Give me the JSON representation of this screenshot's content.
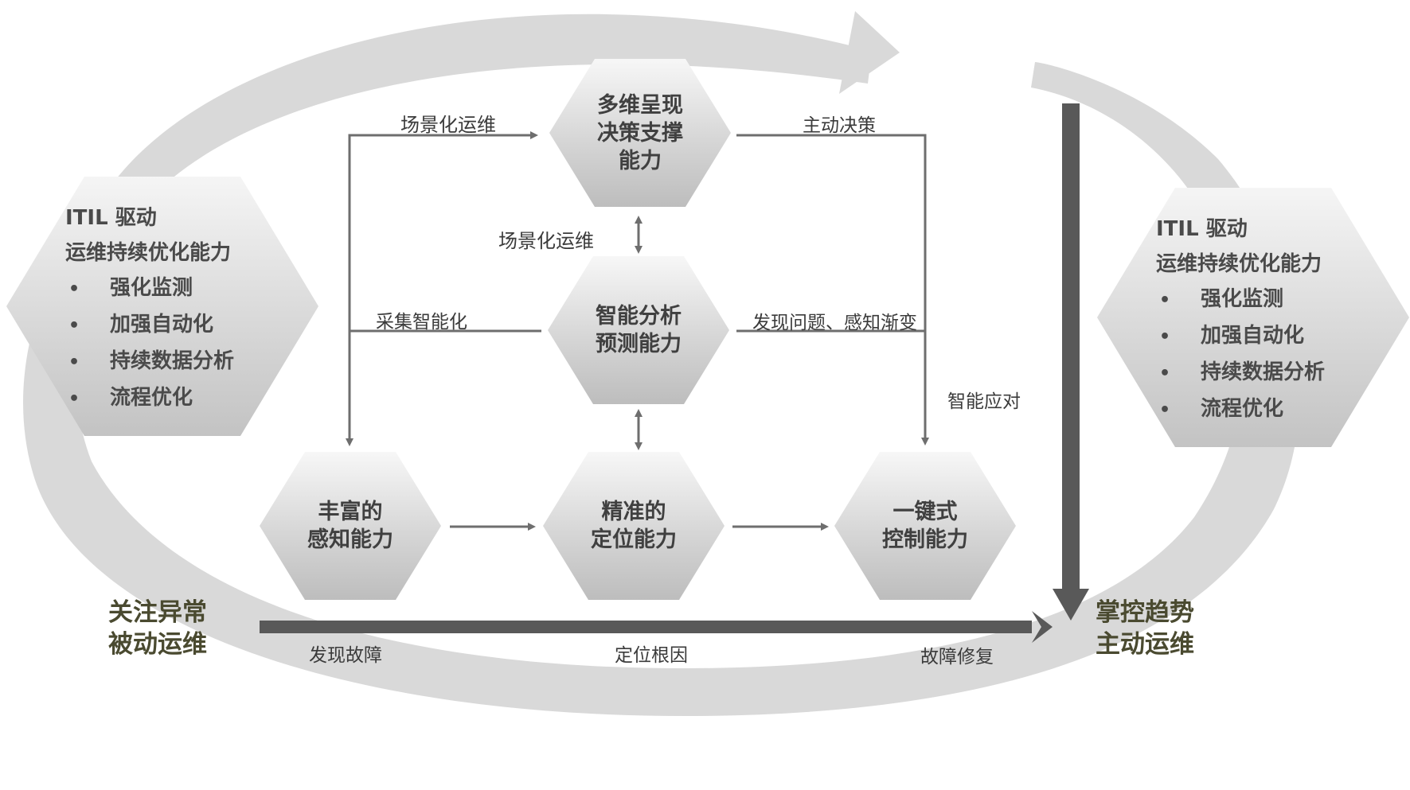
{
  "nodes": {
    "multi_view": [
      "多维呈现",
      "决策支撑",
      "能力"
    ],
    "smart_analysis": [
      "智能分析",
      "预测能力"
    ],
    "rich_perception": [
      "丰富的",
      "感知能力"
    ],
    "precise_location": [
      "精准的",
      "定位能力"
    ],
    "one_click_control": [
      "一键式",
      "控制能力"
    ]
  },
  "left_panel": {
    "title": "ITIL 驱动",
    "subtitle": "运维持续优化能力",
    "items": [
      "强化监测",
      "加强自动化",
      "持续数据分析",
      "流程优化"
    ]
  },
  "right_panel": {
    "title": "ITIL 驱动",
    "subtitle": "运维持续优化能力",
    "items": [
      "强化监测",
      "加强自动化",
      "持续数据分析",
      "流程优化"
    ]
  },
  "labels": {
    "scenario_top": "场景化运维",
    "scenario_mid": "场景化运维",
    "active_decision": "主动决策",
    "collect_smart": "采集智能化",
    "find_problem": "发现问题、感知渐变",
    "smart_response": "智能应对",
    "find_fault": "发现故障",
    "locate_root": "定位根因",
    "fault_repair": "故障修复"
  },
  "stages": {
    "passive": [
      "关注异常",
      "被动运维"
    ],
    "active": [
      "掌控趋势",
      "主动运维"
    ]
  },
  "bullet_char": "•"
}
